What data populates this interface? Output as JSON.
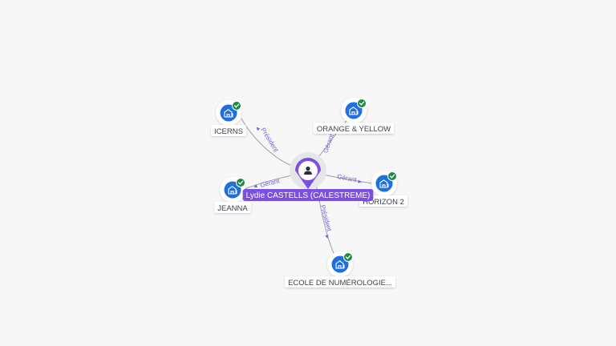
{
  "colors": {
    "accent": "#7b4fe0",
    "edge": "#9aa0aa",
    "edge_label": "#7c5cd6",
    "company": "#1f6fe0",
    "check": "#1e8a4a",
    "background": "#f7f7f8"
  },
  "center": {
    "label": "Lydie CASTELLS (CALESTREME)",
    "icon": "person-icon"
  },
  "companies": [
    {
      "id": "icerns",
      "label": "ICERNS",
      "icon": "building-icon",
      "status": "check-icon"
    },
    {
      "id": "orange-yellow",
      "label": "ORANGE & YELLOW",
      "icon": "building-icon",
      "status": "check-icon"
    },
    {
      "id": "jeanna",
      "label": "JEANNA",
      "icon": "building-icon",
      "status": "check-icon"
    },
    {
      "id": "horizon-2",
      "label": "HORIZON 2",
      "icon": "building-icon",
      "status": "check-icon"
    },
    {
      "id": "ecole",
      "label": "ECOLE DE NUMÉROLOGIE...",
      "icon": "building-icon",
      "status": "check-icon"
    }
  ],
  "relations": [
    {
      "to": "icerns",
      "label": "Président"
    },
    {
      "to": "orange-yellow",
      "label": "Gérant"
    },
    {
      "to": "jeanna",
      "label": "Gérant"
    },
    {
      "to": "horizon-2",
      "label": "Gérant"
    },
    {
      "to": "ecole",
      "label": "Président"
    }
  ]
}
